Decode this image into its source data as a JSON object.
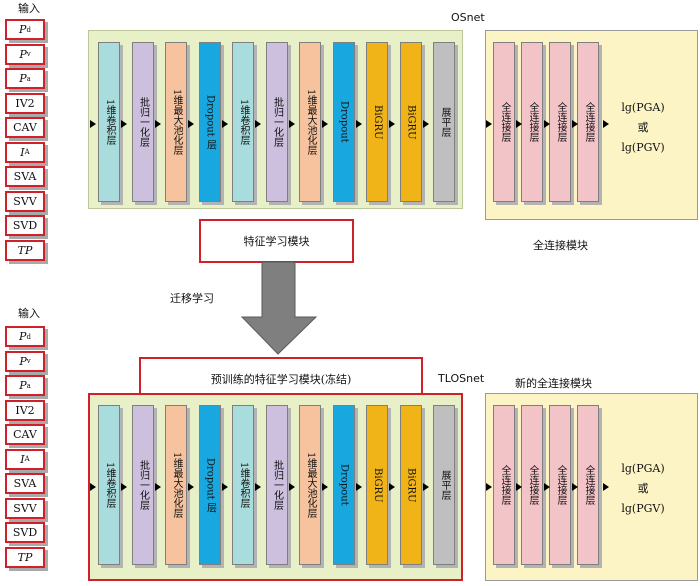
{
  "top": {
    "input_title": "输入",
    "inputs": [
      {
        "base": "P",
        "sub": "d",
        "italic": true
      },
      {
        "base": "P",
        "sub": "v",
        "italic": true
      },
      {
        "base": "P",
        "sub": "a",
        "italic": true
      },
      {
        "base": "IV2",
        "sub": "",
        "italic": false
      },
      {
        "base": "CAV",
        "sub": "",
        "italic": false
      },
      {
        "base": "I",
        "sub": "A",
        "italic": true
      },
      {
        "base": "SVA",
        "sub": "",
        "italic": false
      },
      {
        "base": "SVV",
        "sub": "",
        "italic": false
      },
      {
        "base": "SVD",
        "sub": "",
        "italic": false
      },
      {
        "base": "TP",
        "sub": "",
        "italic": true
      }
    ],
    "network_label": "OSnet",
    "feature_module_label": "特征学习模块",
    "fc_module_label": "全连接模块",
    "output_line1": "lg(PGA)",
    "output_line2": "或",
    "output_line3": "lg(PGV)"
  },
  "bottom": {
    "input_title": "输入",
    "network_label": "TLOSnet",
    "pretrained_label": "预训练的特征学习模块(冻结)",
    "new_fc_label": "新的全连接模块",
    "output_line1": "lg(PGA)",
    "output_line2": "或",
    "output_line3": "lg(PGV)"
  },
  "transfer_label": "迁移学习",
  "feature_layers": [
    {
      "label": "1维卷积层",
      "color": "#a9dcdd"
    },
    {
      "label": "批归一化层",
      "color": "#cdbfde"
    },
    {
      "label": "1维最大池化层",
      "color": "#f7c39e"
    },
    {
      "label": "Dropout 层",
      "color": "#18a8df"
    },
    {
      "label": "1维卷积层",
      "color": "#a9dcdd"
    },
    {
      "label": "批归一化层",
      "color": "#cdbfde"
    },
    {
      "label": "1维最大池化层",
      "color": "#f7c39e"
    },
    {
      "label": "Dropout",
      "color": "#18a8df"
    },
    {
      "label": "BiGRU",
      "color": "#f0b418"
    },
    {
      "label": "BiGRU",
      "color": "#f0b418"
    },
    {
      "label": "展平层",
      "color": "#bfbfbf"
    }
  ],
  "fc_layers": [
    {
      "label": "全连接层",
      "color": "#f2c4c8"
    },
    {
      "label": "全连接层",
      "color": "#f2c4c8"
    },
    {
      "label": "全连接层",
      "color": "#f2c4c8"
    },
    {
      "label": "全连接层",
      "color": "#f2c4c8"
    }
  ]
}
